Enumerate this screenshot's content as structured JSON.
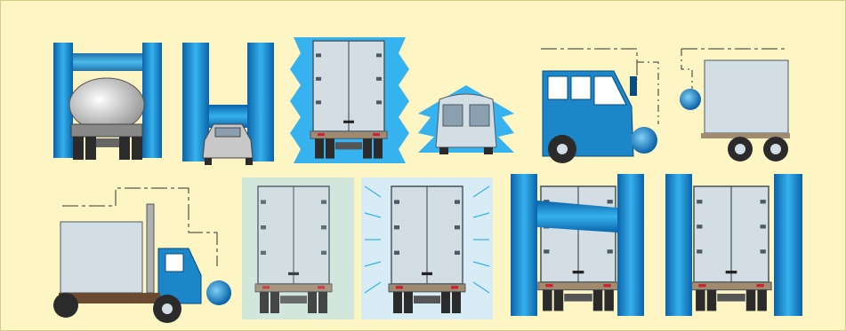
{
  "colors": {
    "background": "#fdf6c4",
    "brush_blue": "#1a8fd6",
    "brush_dark": "#0a63a8",
    "brush_light": "#7fd0f5",
    "box_gray": "#d3dde4",
    "box_edge": "#4d5a64",
    "cab_blue": "#1b87c9",
    "dash_line": "#333333",
    "tire": "#2b2b2b"
  },
  "panels": [
    {
      "id": "tanker-vertical-brushes",
      "icon": "tanker-truck-rear-between-vertical-brushes"
    },
    {
      "id": "car-vertical-brushes",
      "icon": "sedan-rear-under-horizontal-brush"
    },
    {
      "id": "box-truck-spray",
      "icon": "box-truck-rear-with-spray-fringe"
    },
    {
      "id": "van-spray",
      "icon": "van-rear-with-spray"
    },
    {
      "id": "bus-front-brush",
      "icon": "bus-side-with-rotating-brush"
    },
    {
      "id": "box-truck-side-brush",
      "icon": "box-truck-side-with-rotating-brush"
    },
    {
      "id": "cab-over-truck-brush",
      "icon": "truck-side-with-rotating-brush"
    },
    {
      "id": "box-truck-rinse",
      "icon": "box-truck-rear-rinse"
    },
    {
      "id": "box-truck-jets",
      "icon": "box-truck-rear-water-jets"
    },
    {
      "id": "box-truck-brushes-horizontal",
      "icon": "box-truck-rear-with-top-brush"
    },
    {
      "id": "box-truck-brushes-vertical",
      "icon": "box-truck-rear-with-side-brushes"
    }
  ]
}
